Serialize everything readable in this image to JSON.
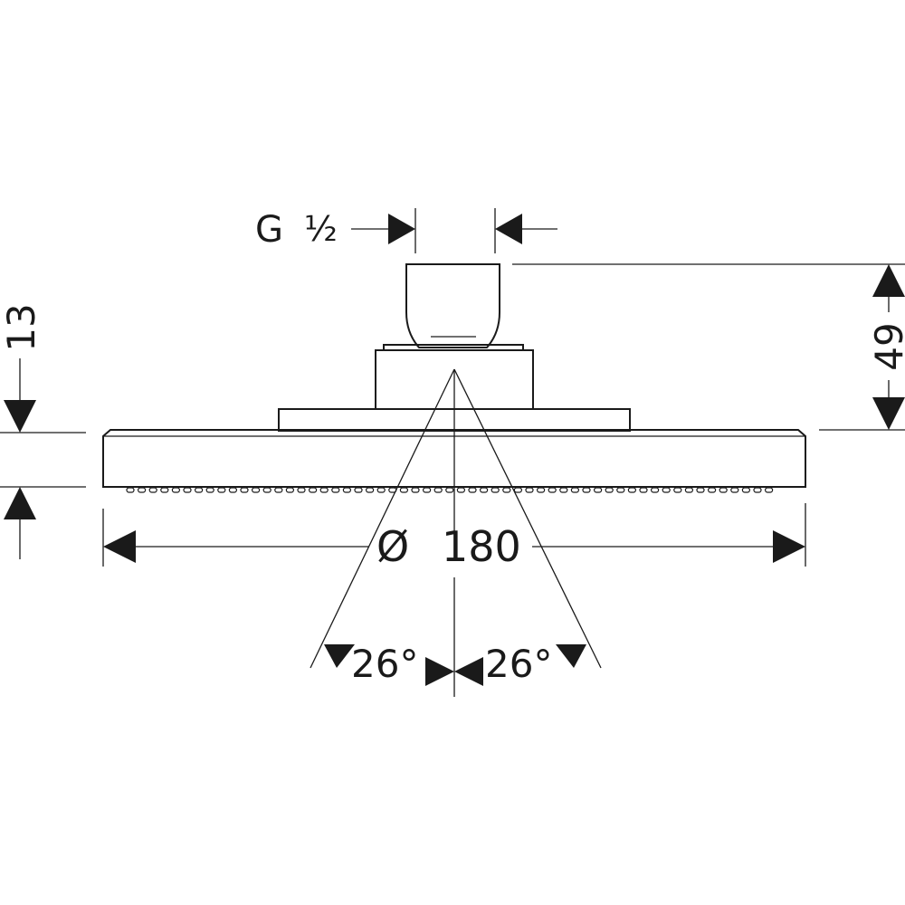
{
  "dimensions": {
    "thread": {
      "letter": "G",
      "fraction": "½"
    },
    "height_total": "49",
    "plate_thickness": "13",
    "diameter_symbol": "Ø",
    "diameter_value": "180",
    "angle_left": "26°",
    "angle_right": "26°"
  }
}
